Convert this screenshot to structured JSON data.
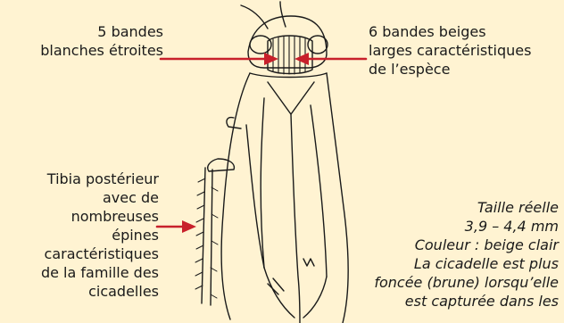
{
  "labels": {
    "white_bands": "5 bandes\nblanches étroites",
    "beige_bands": "6 bandes beiges\nlarges caractéristiques\nde l’espèce",
    "tibia": "Tibia postérieur\navec de\nnombreuses\népines\ncaractéristiques\nde la famille des\ncicadelles",
    "specimen_info": "Taille réelle\n3,9 – 4,4 mm\nCouleur : beige clair\nLa cicadelle est plus\nfoncée (brune) lorsqu’elle\nest capturée dans les"
  },
  "colors": {
    "background": "#FFF3D2",
    "arrow": "#C8202B",
    "drawing": "#1a1a1a"
  }
}
